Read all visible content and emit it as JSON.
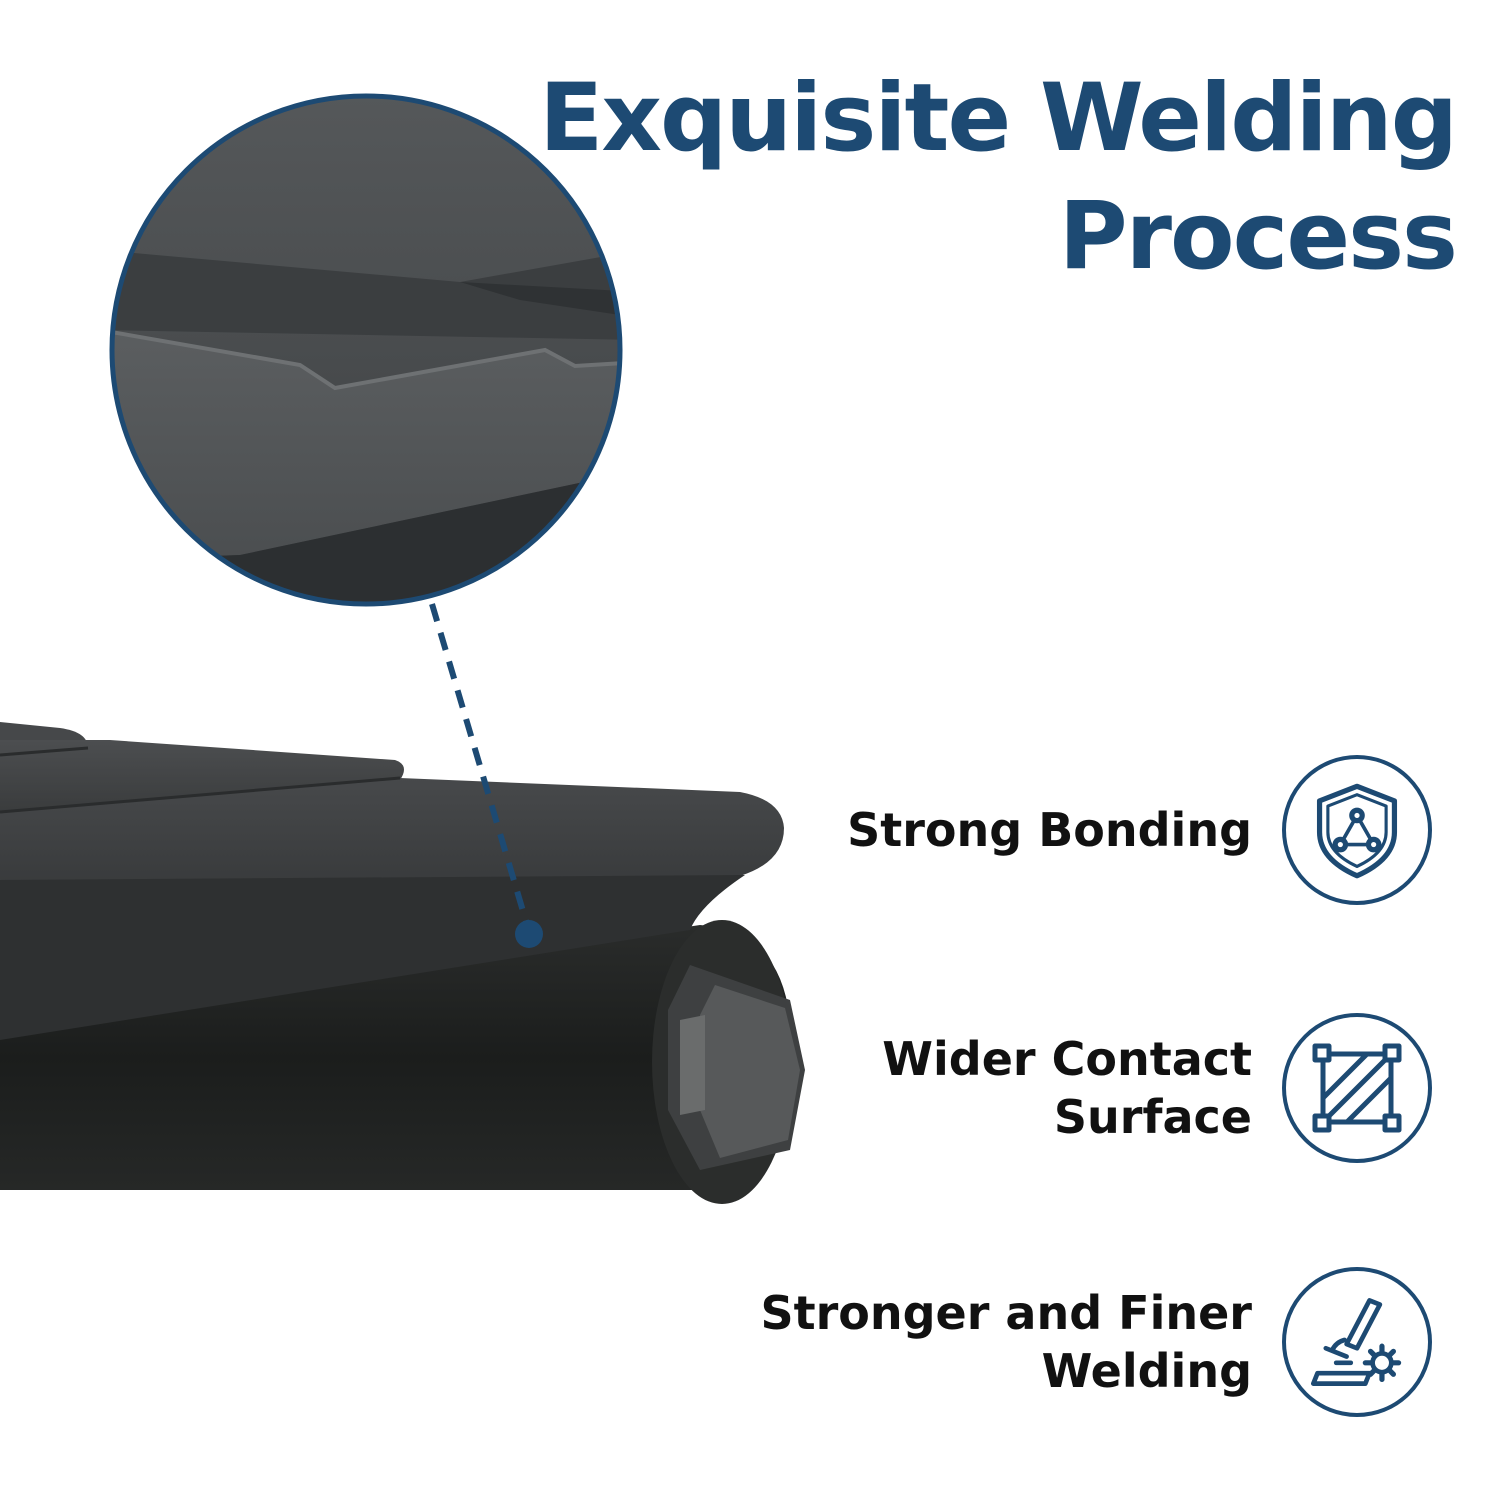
{
  "title": {
    "line1": "Exquisite Welding",
    "line2": "Process"
  },
  "features": [
    {
      "lines": [
        "Strong Bonding"
      ],
      "icon": "shield-triangle-icon"
    },
    {
      "lines": [
        "Wider Contact",
        "Surface"
      ],
      "icon": "hatched-frame-icon"
    },
    {
      "lines": [
        "Stronger and Finer",
        "Welding"
      ],
      "icon": "welding-torch-gear-icon"
    }
  ],
  "colors": {
    "accent": "#1d4a73",
    "text": "#111111",
    "product": "#3c3e3f",
    "product_dark": "#1e201f",
    "background": "#ffffff"
  }
}
